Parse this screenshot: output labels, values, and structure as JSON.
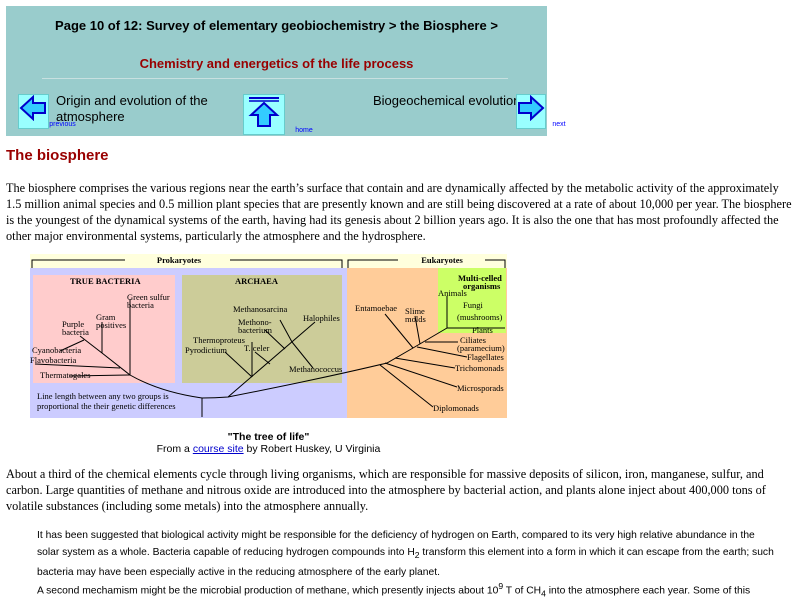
{
  "nav": {
    "breadcrumb": "Page 10 of 12: Survey of elementary geobiochemistry > the Biosphere >",
    "section": "Chemistry and energetics of the life process",
    "previous_label": "previous",
    "previous_title_1": "Origin and evolution of the",
    "previous_title_2": "atmosphere",
    "home_label": "home",
    "next_label": "next",
    "next_title": "Biogeochemical evolution",
    "bg_color": "#99cccc"
  },
  "heading": "The biosphere",
  "para1": "The biosphere comprises the various regions near the earth’s surface that contain and are dynamically affected by the metabolic activity of the approximately 1.5 million animal species and 0.5 million plant species that are presently known and are still being discovered at a rate of about 10,000 per year. The biosphere is the youngest of the dynamical systems of the earth, having had its genesis about 2 billion years ago. It is also the one that has most profoundly affected the other major environmental systems, particularly the atmosphere and the hydrosphere.",
  "diagram": {
    "prokaryotes": "Prokaryotes",
    "eukaryotes": "Eukaryotes",
    "true_bacteria": "TRUE BACTERIA",
    "archaea": "ARCHAEA",
    "green_sulfur_1": "Green sulfur",
    "green_sulfur_2": "bacteria",
    "gram_1": "Gram",
    "gram_2": "positives",
    "purple_1": "Purple",
    "purple_2": "bacteria",
    "cyano": "Cyanobacteria",
    "flavo": "Flavobacteria",
    "thermato": "Thermatogales",
    "note_1": "Line length between any two groups is",
    "note_2": "proportional the their genetic differences",
    "methanosarcina": "Methanosarcina",
    "methano_1": "Methono-",
    "methano_2": "bacterium",
    "halophiles": "Halophiles",
    "thermoproteus": "Thermoproteus",
    "pyrodictium": "Pyrodictium",
    "tceler": "T. celer",
    "methanococcus": "Methanococcus",
    "entamoebae": "Entamoebae",
    "slime_1": "Slime",
    "slime_2": "molds",
    "multi_1": "Multi-celled",
    "multi_2": "organisms",
    "animals": "Animals",
    "fungi_1": "Fungi",
    "fungi_2": "(mushrooms)",
    "plants": "Plants",
    "ciliates_1": "Ciliates",
    "ciliates_2": "(paramecium)",
    "flagellates": "Flagellates",
    "trichomonads": "Trichomonads",
    "microsporads": "Microsporads",
    "diplomonads": "Diplomonads"
  },
  "caption": {
    "title": "\"The tree of life\"",
    "from": "From a ",
    "link": "course site",
    "by": " by Robert Huskey, U Virginia"
  },
  "para2": "About a third of the chemical elements cycle through living organisms, which are responsible for massive deposits of silicon, iron, manganese, sulfur, and carbon. Large quantities of methane and nitrous oxide are introduced into the atmosphere by bacterial action, and plants alone inject about 400,000 tons of volatile substances (including some metals) into the atmosphere annually.",
  "quote1": {
    "a": "It has been suggested that biological activity might be responsible for the deficiency of hydrogen on Earth, compared to its very high relative abundance in the solar system as a whole. Bacteria capable of reducing hydrogen compounds into H",
    "sub": "2",
    "b": " transform this element into a form in which it can escape from the earth; such bacteria may have been especially active in the reducing atmosphere of the early planet."
  },
  "quote2": {
    "a": "A second mechamism might be the microbial production of methane, which presently injects about 10",
    "sup": "9",
    "b": " T of CH",
    "sub": "4",
    "c": " into the atmosphere each year. Some of this"
  }
}
